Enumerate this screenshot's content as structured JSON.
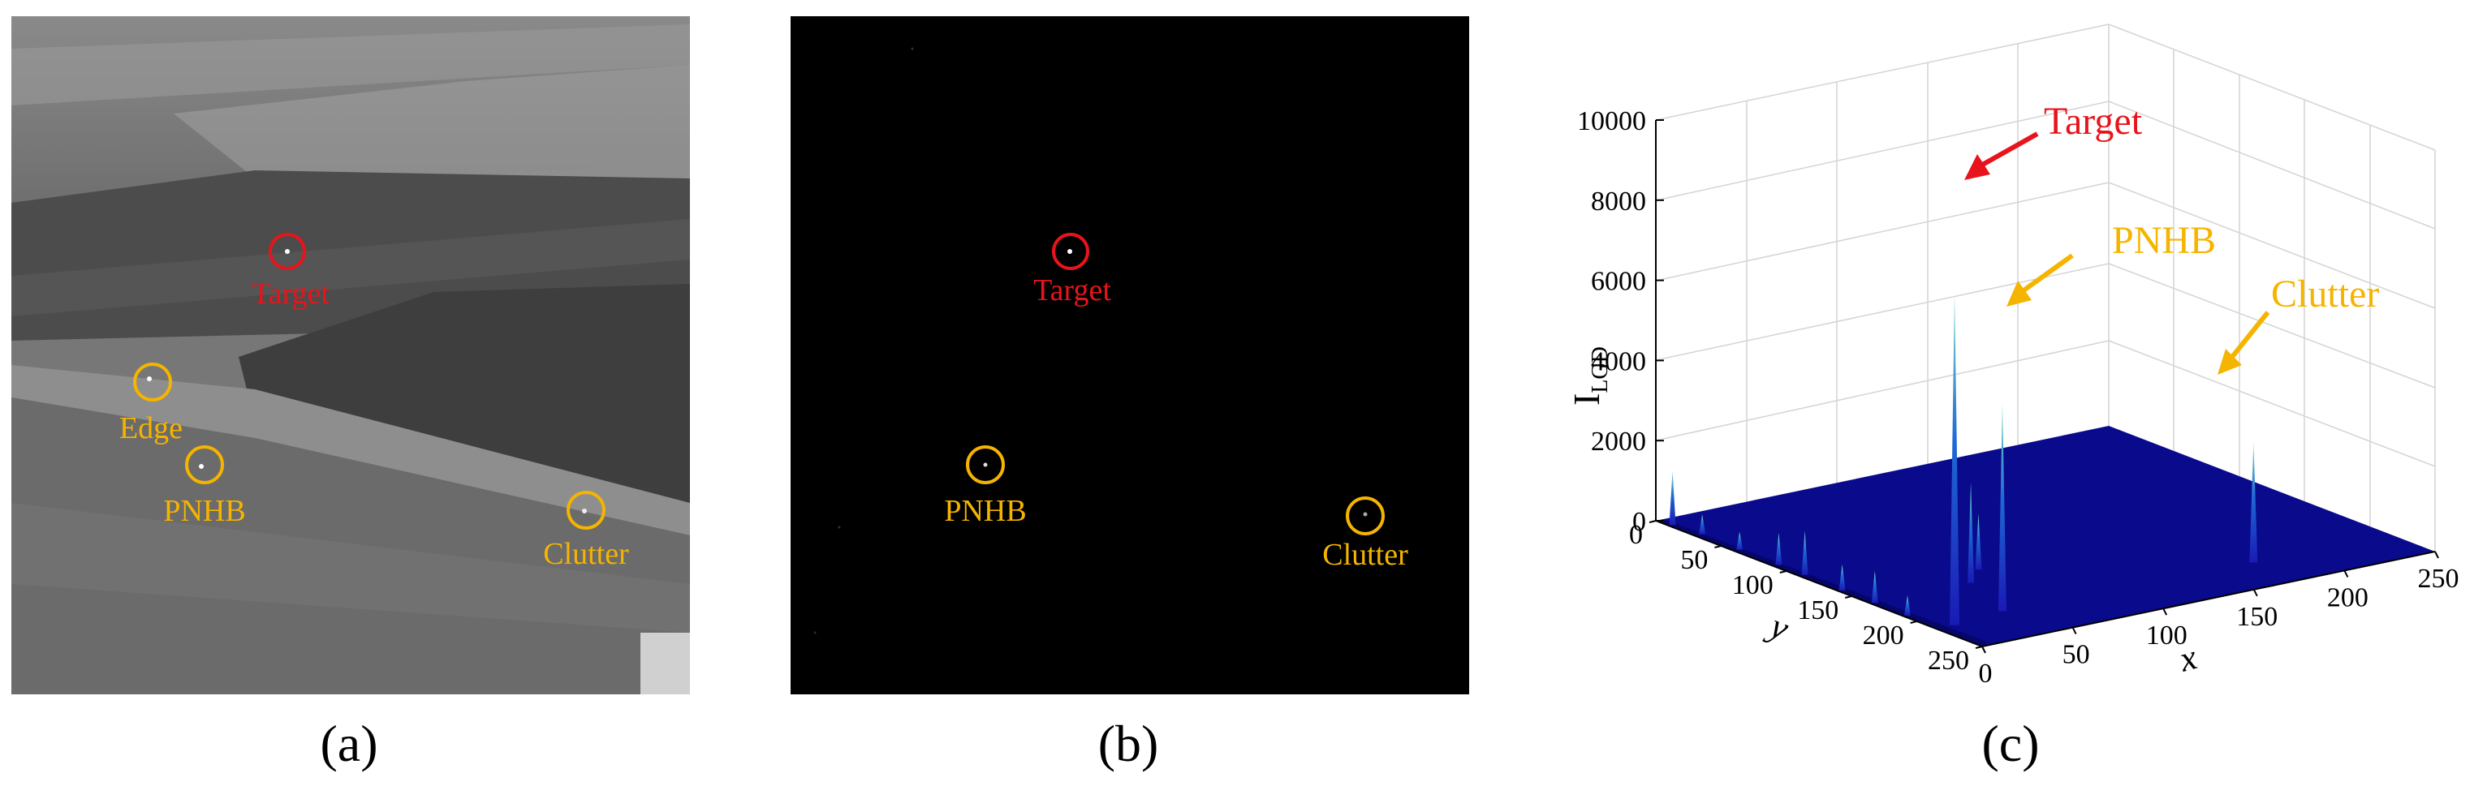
{
  "panels": {
    "a": {
      "caption": "(a)",
      "labels": {
        "target": "Target",
        "edge": "Edge",
        "pnhb": "PNHB",
        "clutter": "Clutter"
      }
    },
    "b": {
      "caption": "(b)",
      "labels": {
        "target": "Target",
        "pnhb": "PNHB",
        "clutter": "Clutter"
      }
    },
    "c": {
      "caption": "(c)",
      "annotations": {
        "target": "Target",
        "pnhb": "PNHB",
        "clutter": "Clutter"
      }
    }
  },
  "colors": {
    "target": "#e8141b",
    "highlight": "#f5b400",
    "surface": "#0a0a8c",
    "surface_edge": "#1a1ab4"
  },
  "chart_data": {
    "type": "surface",
    "zlabel": "I",
    "zlabel_sub": "LGD",
    "xlabel": "x",
    "ylabel": "y",
    "zlim": [
      0,
      10000
    ],
    "xlim": [
      0,
      250
    ],
    "ylim": [
      0,
      250
    ],
    "zticks": [
      "0",
      "2000",
      "4000",
      "6000",
      "8000",
      "10000"
    ],
    "xticks": [
      "0",
      "50",
      "100",
      "150",
      "200",
      "250"
    ],
    "yticks": [
      "0",
      "50",
      "100",
      "150",
      "200",
      "250"
    ],
    "grid": true,
    "peaks": [
      {
        "name": "Target",
        "value": 8300
      },
      {
        "name": "PNHB",
        "value": 5200
      },
      {
        "name": "Clutter",
        "value": 3000
      }
    ]
  }
}
